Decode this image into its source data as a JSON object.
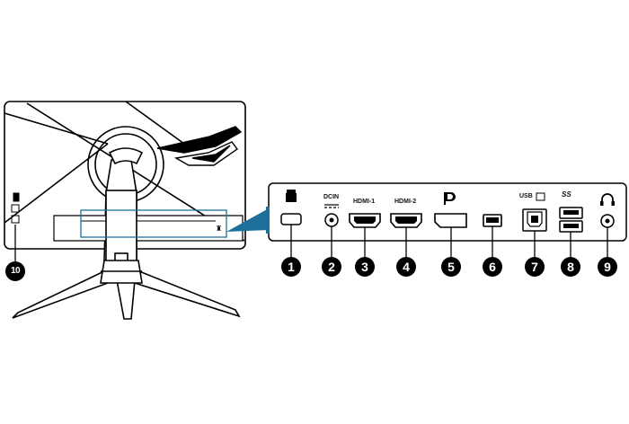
{
  "accent_color": "#1f6f9b",
  "monitor": {
    "icons": [
      "rog-logo",
      "monitor-base-stand",
      "mini-kensington-icon",
      "mini-port-icons"
    ]
  },
  "panel": {
    "ports": [
      {
        "label": "",
        "icon": "kensington-lock-icon",
        "callout": "1"
      },
      {
        "label": "DCIN",
        "icon": "dc-in-icon",
        "callout": "2"
      },
      {
        "label": "HDMI-1",
        "icon": "hdmi-port-icon",
        "callout": "3"
      },
      {
        "label": "HDMI-2",
        "icon": "hdmi-port-icon",
        "callout": "4"
      },
      {
        "label": "",
        "icon": "displayport-icon",
        "callout": "5"
      },
      {
        "label": "",
        "icon": "usb-a-port-icon",
        "callout": "6"
      },
      {
        "label": "USB",
        "icon": "usb-b-port-icon",
        "callout": "7"
      },
      {
        "label": "SS",
        "icon": "usb-ss-port-icon",
        "callout": "8"
      },
      {
        "label": "",
        "icon": "headphone-jack-icon",
        "callout": "9"
      }
    ]
  },
  "side_callout": "10"
}
